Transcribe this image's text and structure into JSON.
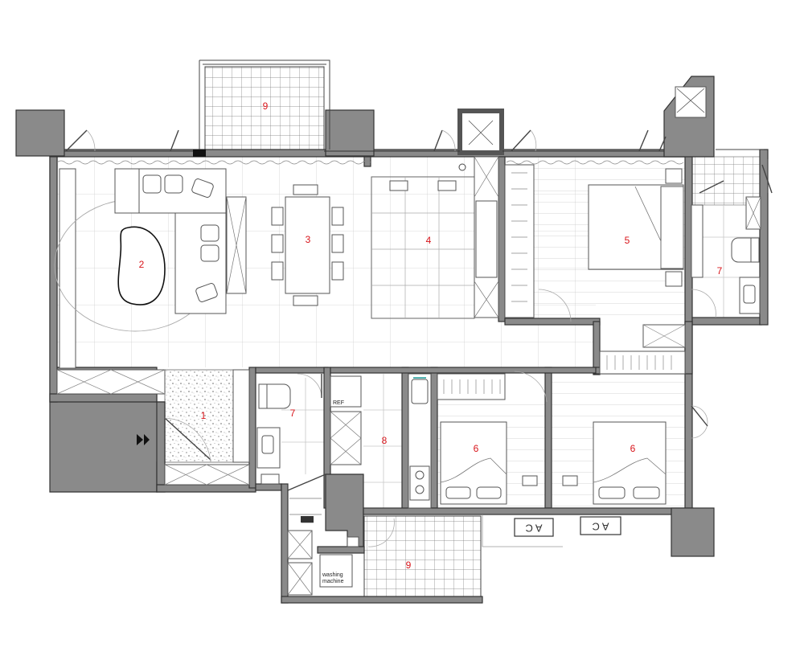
{
  "rooms": {
    "entrance": "1",
    "living": "2",
    "dining": "3",
    "study": "4",
    "master_bedroom": "5",
    "master_bath": "7",
    "common_bath": "7",
    "kitchen": "8",
    "bedroom_a": "6",
    "bedroom_b": "6",
    "balcony_top": "9",
    "balcony_bottom": "9"
  },
  "labels": {
    "fridge": "REF",
    "washer_line1": "washing",
    "washer_line2": "machine",
    "ac_unit_1": "A C",
    "ac_unit_2": "A C"
  },
  "icons": {
    "entry": "entry-arrow-icon"
  },
  "colors": {
    "wall": "#8a8a8a",
    "room_number": "#d8141a",
    "line": "#555555"
  }
}
